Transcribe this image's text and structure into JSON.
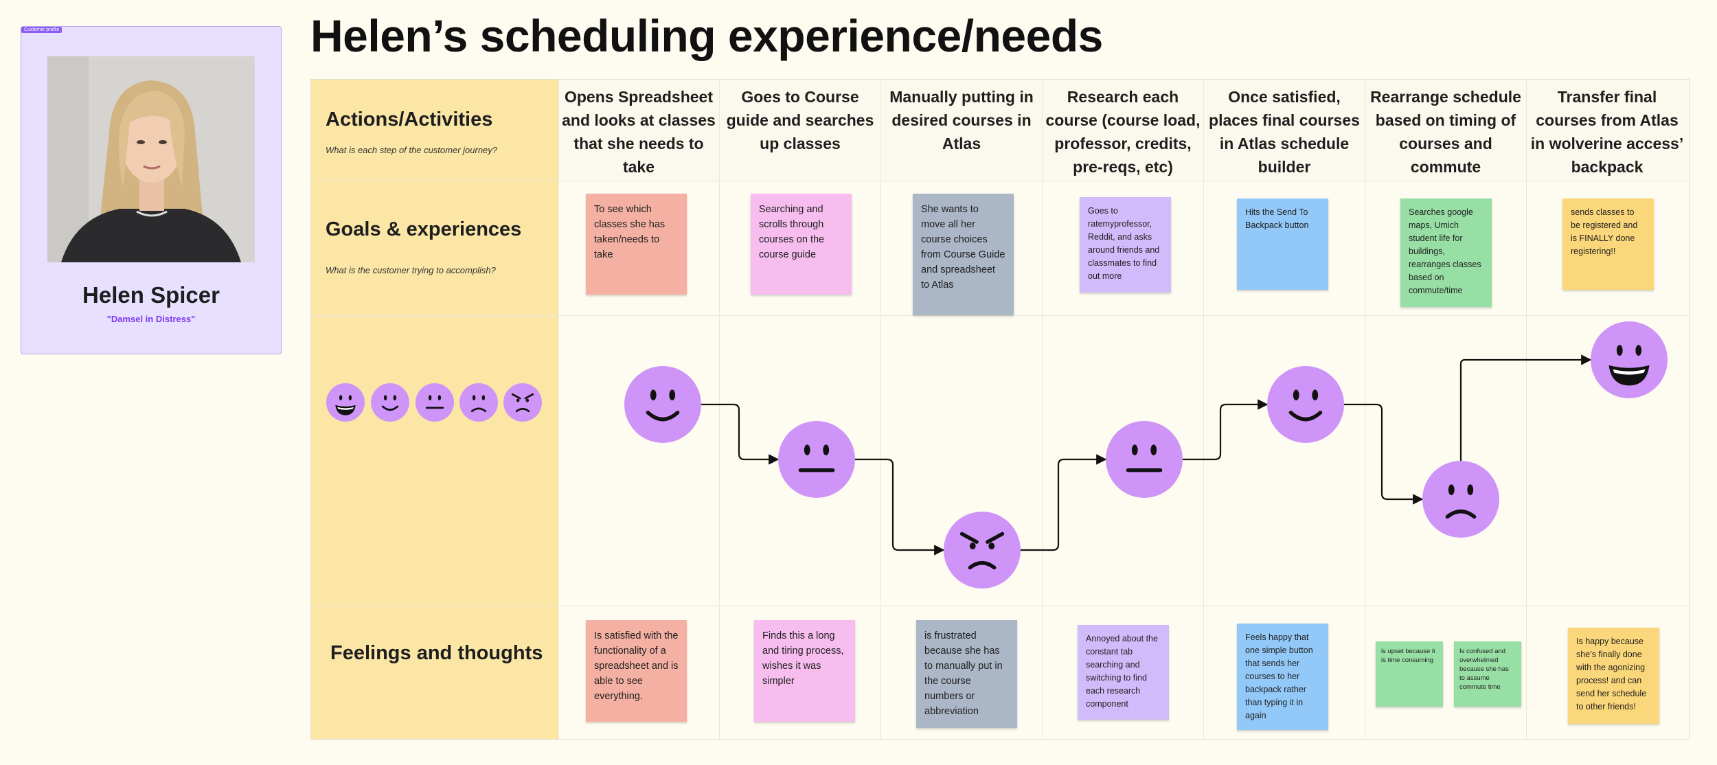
{
  "profile": {
    "tag": "Customer profile",
    "name": "Helen Spicer",
    "tagline": "\"Damsel in Distress\""
  },
  "title": "Helen’s scheduling experience/needs",
  "rows": {
    "actions": {
      "title": "Actions/Activities",
      "subtitle": "What is each step of the customer journey?"
    },
    "goals": {
      "title": "Goals & experiences",
      "subtitle": "What is the customer trying to accomplish?"
    },
    "feelings": {
      "title": "Feelings and thoughts"
    }
  },
  "steps": [
    "Opens Spreadsheet and looks at classes that she needs to take",
    "Goes to Course guide and searches up classes",
    "Manually putting in desired courses in Atlas",
    "Research each course (course load, professor, credits, pre-reqs, etc)",
    "Once satisfied, places final courses in Atlas schedule builder",
    "Rearrange schedule based on timing of courses and commute",
    "Transfer final courses from Atlas in wolverine access’ backpack"
  ],
  "goals": [
    "To see which classes she has taken/needs to take",
    "Searching and scrolls through courses on the course guide",
    "She wants to move all her course choices from Course Guide and spreadsheet to Atlas",
    "Goes to ratemyprofessor, Reddit, and asks around friends and classmates to find out more",
    "Hits the Send To Backpack button",
    "Searches google maps, Umich student life for buildings, rearranges classes based on commute/time",
    "sends classes to be registered and is FINALLY done registering!!"
  ],
  "feelings": [
    "Is satisfied with the functionality of a spreadsheet and is able to see everything.",
    "Finds this a long and tiring process, wishes it was simpler",
    "is frustrated because she has to manually put in the course numbers or abbreviation",
    "Annoyed about the constant tab searching and switching to find each research component",
    "Feels happy that one simple button that sends her courses to her backpack rather than typing it in again",
    "is upset because it is time consuming",
    "Is confused and overwhelmed because she has to assume commute time",
    "Is happy because she’s finally done with the agonizing process! and can send her schedule to other friends!"
  ],
  "emotion_scale": [
    "very-happy",
    "happy",
    "neutral",
    "sad",
    "angry"
  ],
  "journey_emotions": [
    "happy",
    "neutral",
    "angry",
    "neutral",
    "happy",
    "sad",
    "very-happy"
  ],
  "colors": {
    "face": "#cf94f7",
    "label_column": "#fbe6a6",
    "profile_card": "#e8e0ff",
    "accent": "#7c3aed",
    "notes": [
      "#f4b1a3",
      "#f6bdee",
      "#abb6c7",
      "#d2bbfa",
      "#93c9f8",
      "#98dfa6",
      "#fbd77b"
    ]
  }
}
